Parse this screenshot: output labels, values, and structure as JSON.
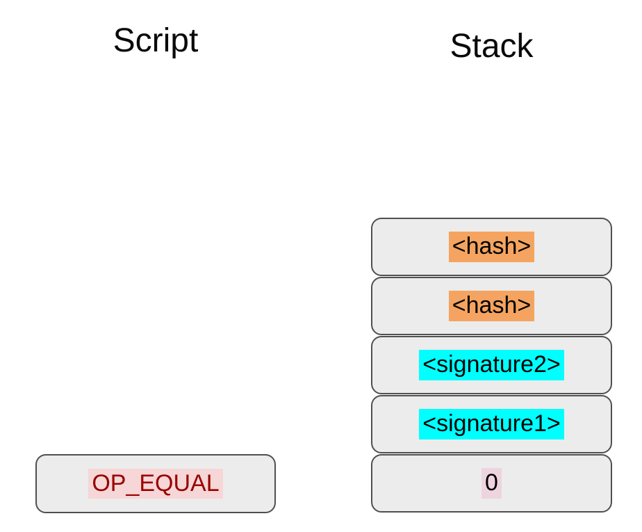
{
  "script": {
    "title": "Script",
    "items": [
      {
        "label": "OP_EQUAL",
        "highlight_color": "#f6d6d6",
        "text_color": "#990000"
      }
    ]
  },
  "stack": {
    "title": "Stack",
    "items": [
      {
        "label": "<hash>",
        "highlight_color": "#f4a460",
        "text_color": "#000000"
      },
      {
        "label": "<hash>",
        "highlight_color": "#f4a460",
        "text_color": "#000000"
      },
      {
        "label": "<signature2>",
        "highlight_color": "#00ffff",
        "text_color": "#000000"
      },
      {
        "label": "<signature1>",
        "highlight_color": "#00ffff",
        "text_color": "#000000"
      },
      {
        "label": "0",
        "highlight_color": "#eed4de",
        "text_color": "#000000"
      }
    ]
  },
  "colors": {
    "background": "#ffffff",
    "box_fill": "#ececec",
    "box_border": "#4f4f4f"
  }
}
